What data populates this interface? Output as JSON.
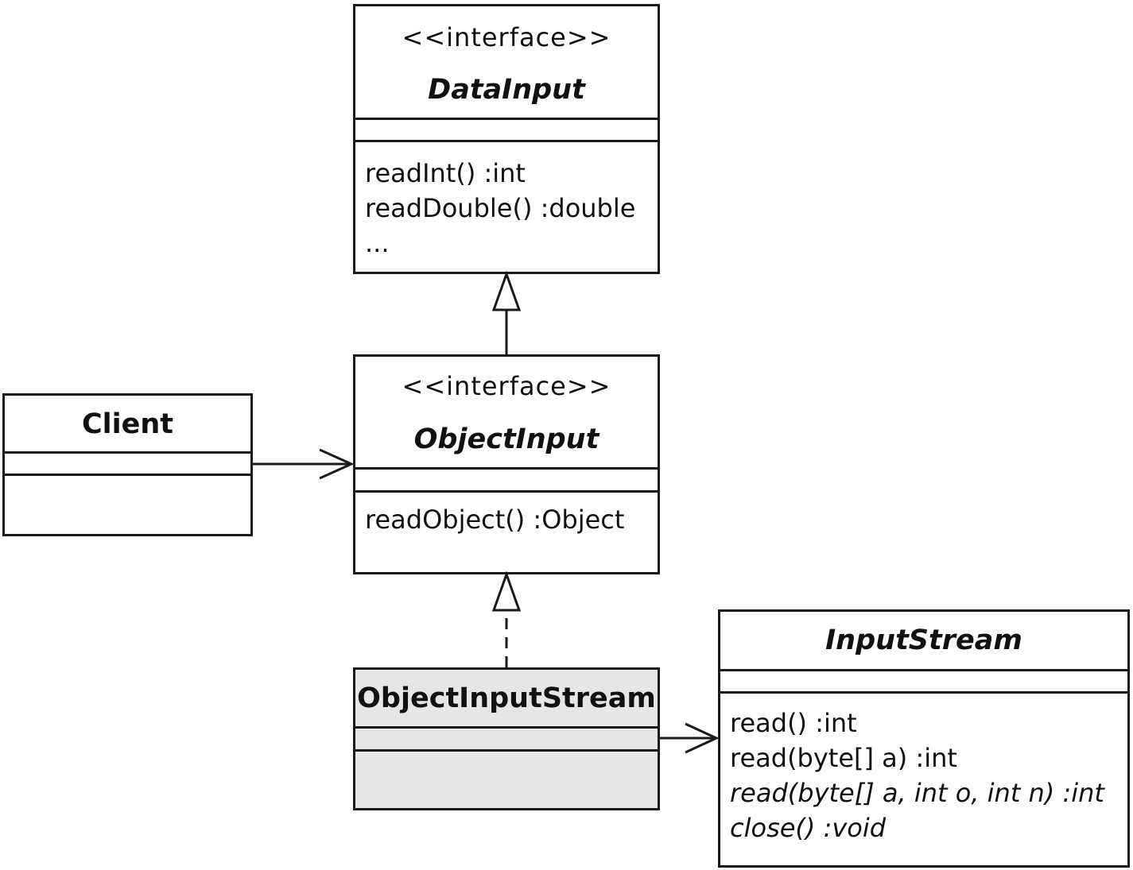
{
  "diagram": {
    "classes": {
      "data_input": {
        "stereotype": "<<interface>>",
        "name": "DataInput",
        "operations": [
          "readInt() :int",
          "readDouble() :double",
          "..."
        ]
      },
      "object_input": {
        "stereotype": "<<interface>>",
        "name": "ObjectInput",
        "operations": [
          "readObject() :Object"
        ]
      },
      "client": {
        "name": "Client"
      },
      "object_input_stream": {
        "name": "ObjectInputStream",
        "fill_color": "#e6e6e6"
      },
      "input_stream": {
        "name": "InputStream",
        "operations": [
          "read() :int",
          "read(byte[] a) :int",
          "read(byte[] a, int o, int n) :int",
          "close() :void"
        ]
      }
    },
    "relationships": [
      {
        "from": "ObjectInput",
        "to": "DataInput",
        "kind": "generalization"
      },
      {
        "from": "ObjectInputStream",
        "to": "ObjectInput",
        "kind": "realization"
      },
      {
        "from": "Client",
        "to": "ObjectInput",
        "kind": "association"
      },
      {
        "from": "ObjectInputStream",
        "to": "InputStream",
        "kind": "association"
      }
    ],
    "line_color": "#1a1a1a"
  }
}
